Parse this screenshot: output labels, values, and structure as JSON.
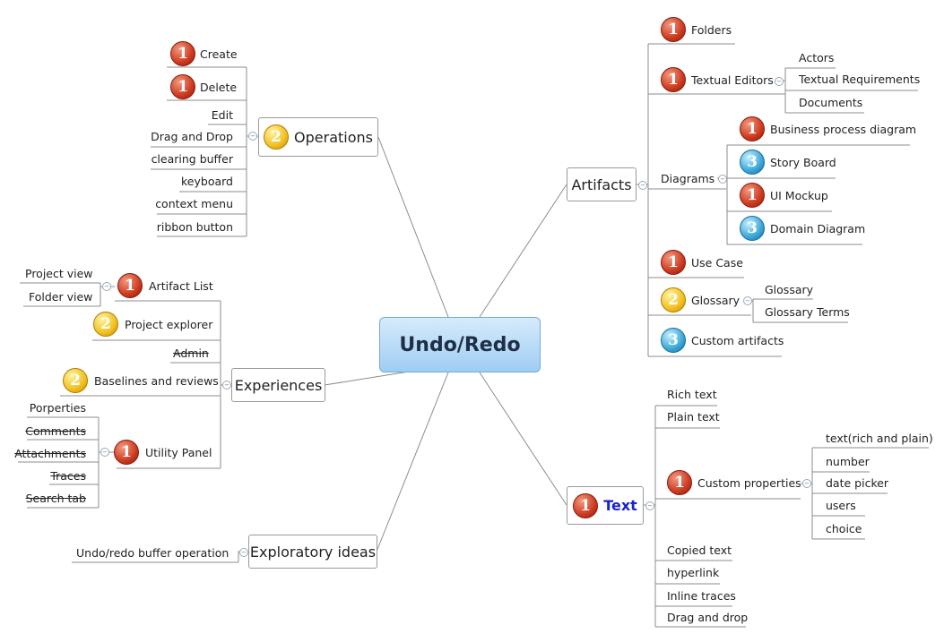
{
  "central": "Undo/Redo",
  "branches": {
    "operations": {
      "label": "Operations",
      "priority": "2",
      "children": [
        "Create",
        "Delete",
        "Edit",
        "Drag and Drop",
        "clearing buffer",
        "keyboard",
        "context menu",
        "ribbon button"
      ],
      "child_priorities": [
        "1",
        "1",
        "",
        "",
        "",
        "",
        "",
        ""
      ]
    },
    "experiences": {
      "label": "Experiences",
      "artifact_list": {
        "label": "Artifact List",
        "priority": "1",
        "children": [
          "Project view",
          "Folder view"
        ]
      },
      "project_explorer": {
        "label": "Project explorer",
        "priority": "2"
      },
      "admin": "Admin",
      "baselines": {
        "label": "Baselines and reviews",
        "priority": "2"
      },
      "utility_panel": {
        "label": "Utility Panel",
        "priority": "1",
        "children": [
          "Porperties",
          "Comments",
          "Attachments",
          "Traces",
          "Search tab"
        ]
      }
    },
    "exploratory": {
      "label": "Exploratory ideas",
      "children": [
        "Undo/redo buffer operation"
      ]
    },
    "artifacts": {
      "label": "Artifacts",
      "folders": {
        "label": "Folders",
        "priority": "1"
      },
      "textual_editors": {
        "label": "Textual Editors",
        "priority": "1",
        "children": [
          "Actors",
          "Textual Requirements",
          "Documents"
        ]
      },
      "diagrams": {
        "label": "Diagrams",
        "children": [
          {
            "label": "Business process diagram",
            "priority": "1"
          },
          {
            "label": "Story Board",
            "priority": "3"
          },
          {
            "label": "UI Mockup",
            "priority": "1"
          },
          {
            "label": "Domain Diagram",
            "priority": "3"
          }
        ]
      },
      "use_case": {
        "label": "Use Case",
        "priority": "1"
      },
      "glossary": {
        "label": "Glossary",
        "priority": "2",
        "children": [
          "Glossary",
          "Glossary Terms"
        ]
      },
      "custom_artifacts": {
        "label": "Custom artifacts",
        "priority": "3"
      }
    },
    "text": {
      "label": "Text",
      "priority": "1",
      "children_before": [
        "Rich text",
        "Plain text"
      ],
      "custom_properties": {
        "label": "Custom properties",
        "priority": "1",
        "children": [
          "text(rich and plain)",
          "number",
          "date picker",
          "users",
          "choice"
        ]
      },
      "children_after": [
        "Copied text",
        "hyperlink",
        "Inline traces",
        "Drag and drop"
      ]
    }
  },
  "colors": {
    "priority_1": "#cc3a20",
    "priority_2": "#f2c020",
    "priority_3": "#3aa8d8",
    "central_fill": "#a8d3f5",
    "text_label": "#1a22cc",
    "line": "#8c8c8c"
  }
}
